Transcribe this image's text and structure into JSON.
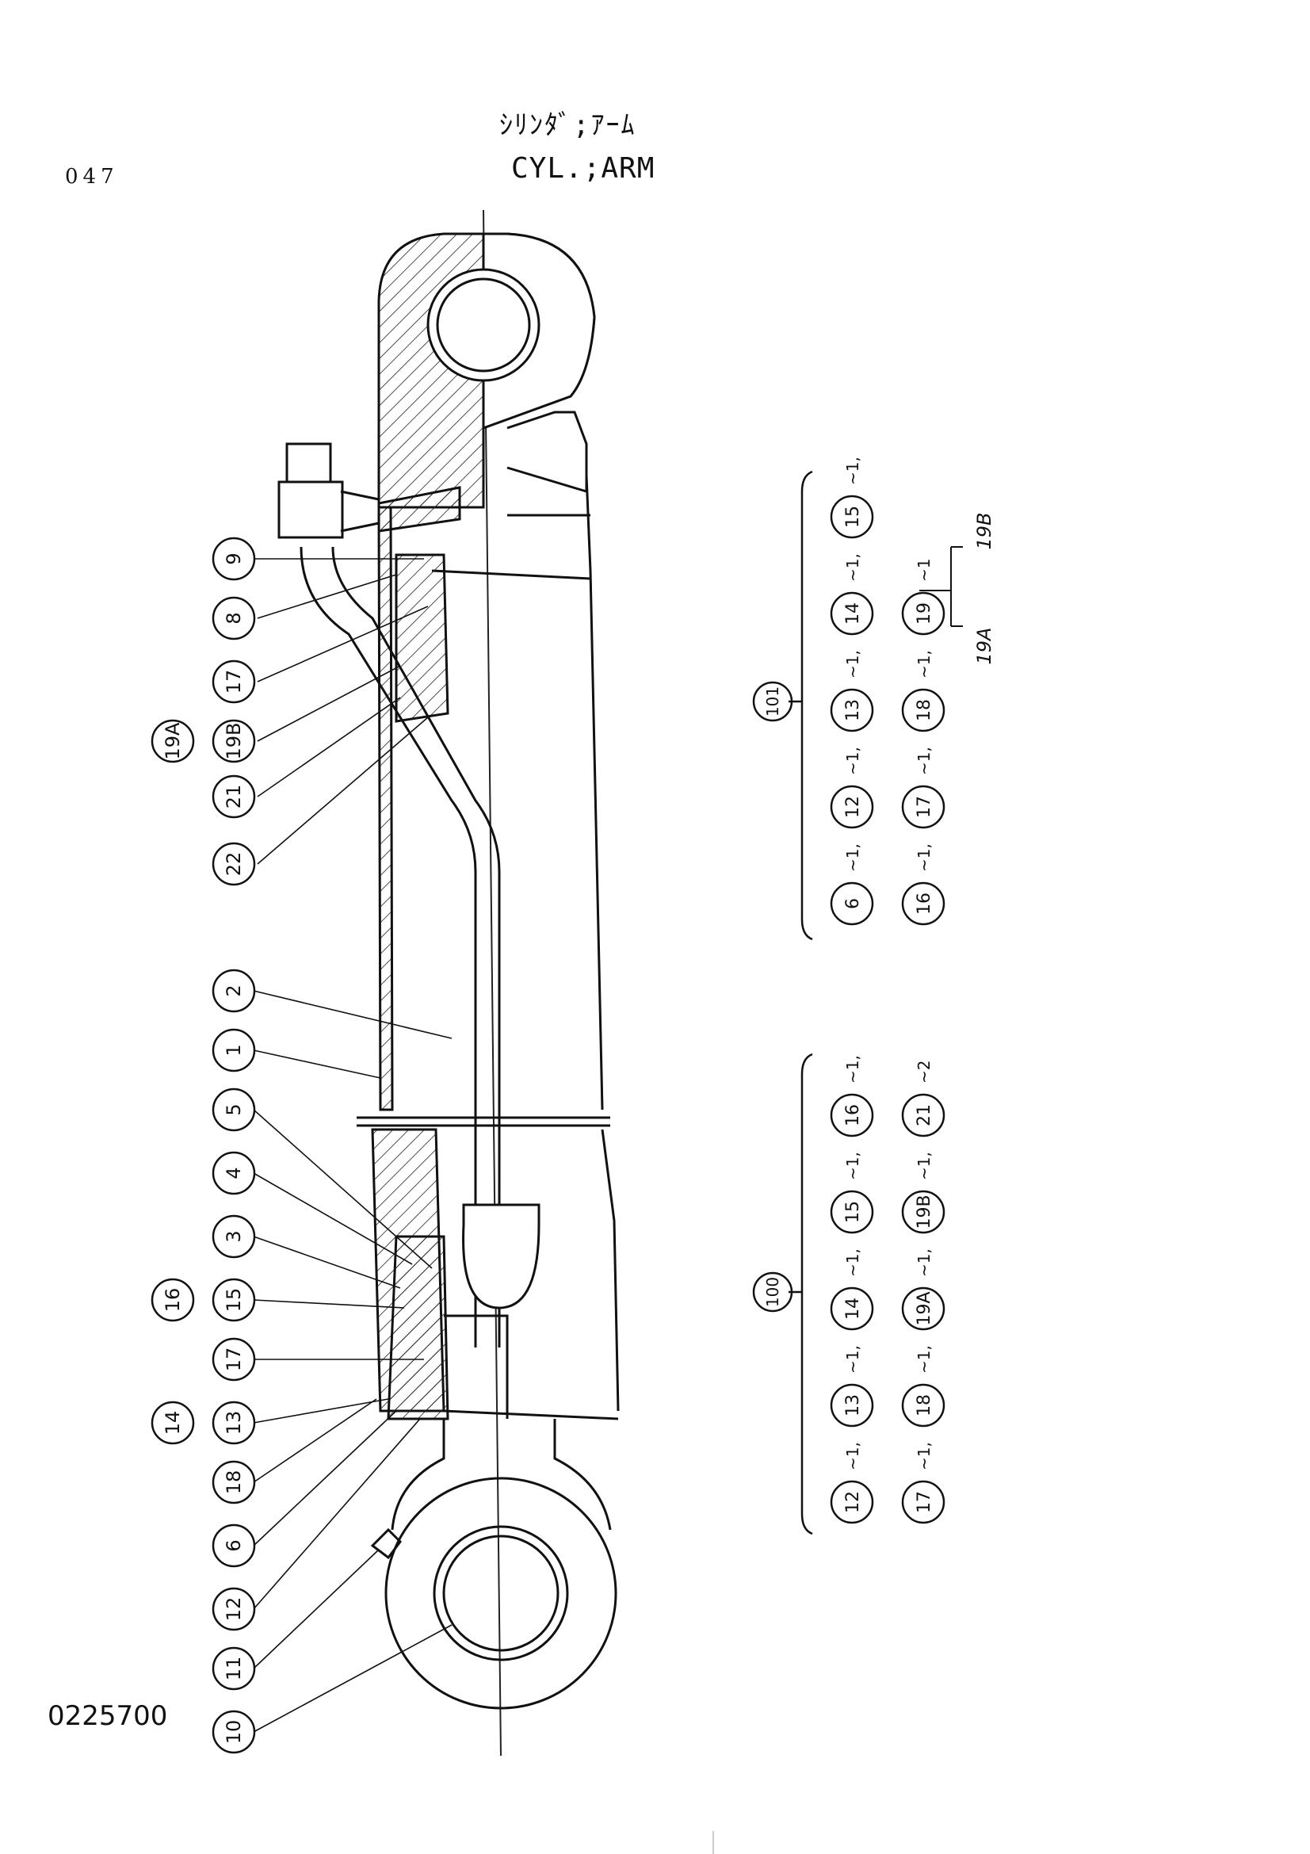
{
  "page_number": "047",
  "title_jp": "ｼﾘﾝﾀﾞ;ｱｰﾑ",
  "title_en": "CYL.;ARM",
  "drawing_number": "0225700",
  "callouts": [
    "9",
    "8",
    "17",
    "19B",
    "19A",
    "21",
    "22",
    "2",
    "1",
    "5",
    "4",
    "3",
    "16",
    "15",
    "17",
    "14",
    "13",
    "18",
    "6",
    "12",
    "11",
    "10"
  ],
  "assembly_101": {
    "label": "101",
    "items": [
      "6",
      "12",
      "13",
      "14",
      "15",
      "16",
      "17",
      "18",
      "19"
    ],
    "qty": [
      "~1,",
      "~1,",
      "~1,",
      "~1,",
      "~1,",
      "~1,",
      "~1,",
      "~1,",
      "~1"
    ],
    "sub_items": [
      "19A",
      "19B"
    ]
  },
  "assembly_100": {
    "label": "100",
    "items": [
      "12",
      "13",
      "14",
      "15",
      "16",
      "17",
      "18",
      "19A",
      "19B",
      "21"
    ],
    "qty": [
      "~1,",
      "~1,",
      "~1,",
      "~1,",
      "~1,",
      "~1,",
      "~1,",
      "~1,",
      "~1,",
      "~2"
    ]
  }
}
